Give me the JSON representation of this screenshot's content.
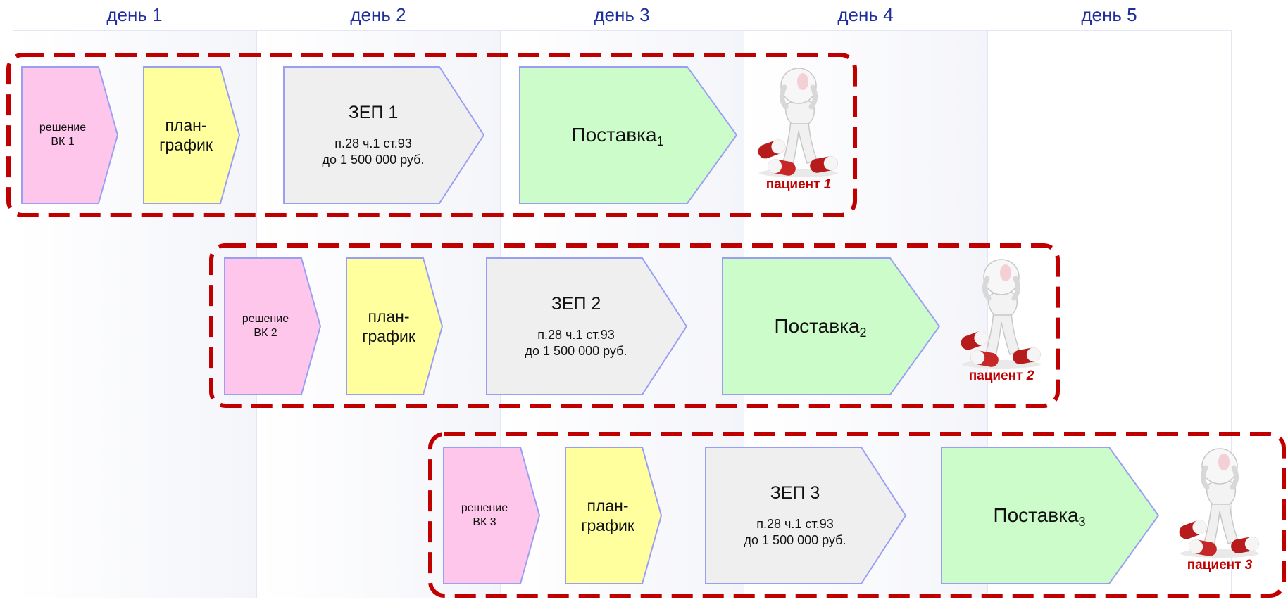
{
  "days": [
    "день 1",
    "день 2",
    "день 3",
    "день 4",
    "день 5"
  ],
  "colors": {
    "day_label": "#1f2f9e",
    "frame_dashed": "#c00000",
    "decision": "#ffc6ec",
    "plan": "#ffff9e",
    "zep": "#efefef",
    "supply": "#cdfccb",
    "shape_border": "#9b9ff4"
  },
  "icons": {
    "patient": "patient-with-headache-and-pills-icon"
  },
  "rows": [
    {
      "decision": [
        "решение",
        "ВК 1"
      ],
      "plan": [
        "план-",
        "график"
      ],
      "zep": {
        "title": "ЗЕП 1",
        "line1": "п.28 ч.1 ст.93",
        "line2": "до 1 500 000 руб."
      },
      "supply": {
        "text": "Поставка",
        "index": "1"
      },
      "patient": {
        "label": "пациент",
        "number": "1"
      }
    },
    {
      "decision": [
        "решение",
        "ВК 2"
      ],
      "plan": [
        "план-",
        "график"
      ],
      "zep": {
        "title": "ЗЕП 2",
        "line1": "п.28 ч.1 ст.93",
        "line2": "до 1 500 000 руб."
      },
      "supply": {
        "text": "Поставка",
        "index": "2"
      },
      "patient": {
        "label": "пациент",
        "number": "2"
      }
    },
    {
      "decision": [
        "решение",
        "ВК 3"
      ],
      "plan": [
        "план-",
        "график"
      ],
      "zep": {
        "title": "ЗЕП 3",
        "line1": "п.28 ч.1 ст.93",
        "line2": "до 1 500 000 руб."
      },
      "supply": {
        "text": "Поставка",
        "index": "3"
      },
      "patient": {
        "label": "пациент",
        "number": "3"
      }
    }
  ]
}
